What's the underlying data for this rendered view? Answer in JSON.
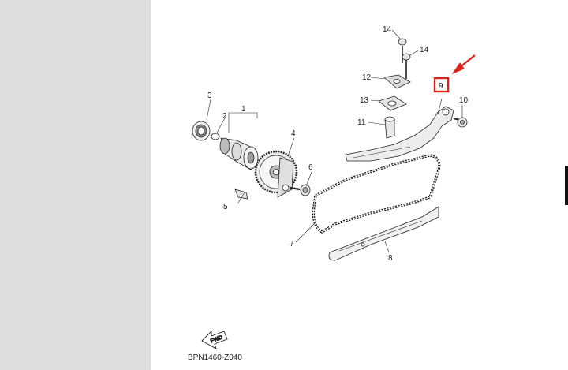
{
  "diagram": {
    "part_labels": {
      "p1": "1",
      "p2": "2",
      "p3": "3",
      "p4": "4",
      "p5": "5",
      "p6": "6",
      "p7": "7",
      "p8": "8",
      "p9": "9",
      "p10": "10",
      "p11": "11",
      "p12": "12",
      "p13": "13",
      "p14a": "14",
      "p14b": "14"
    },
    "highlighted_part": "9",
    "fwd_label": "FWD",
    "drawing_code": "BPN1460-Z040",
    "colors": {
      "highlight": "#e0201a",
      "line": "#222222",
      "panel": "#dedede"
    }
  }
}
